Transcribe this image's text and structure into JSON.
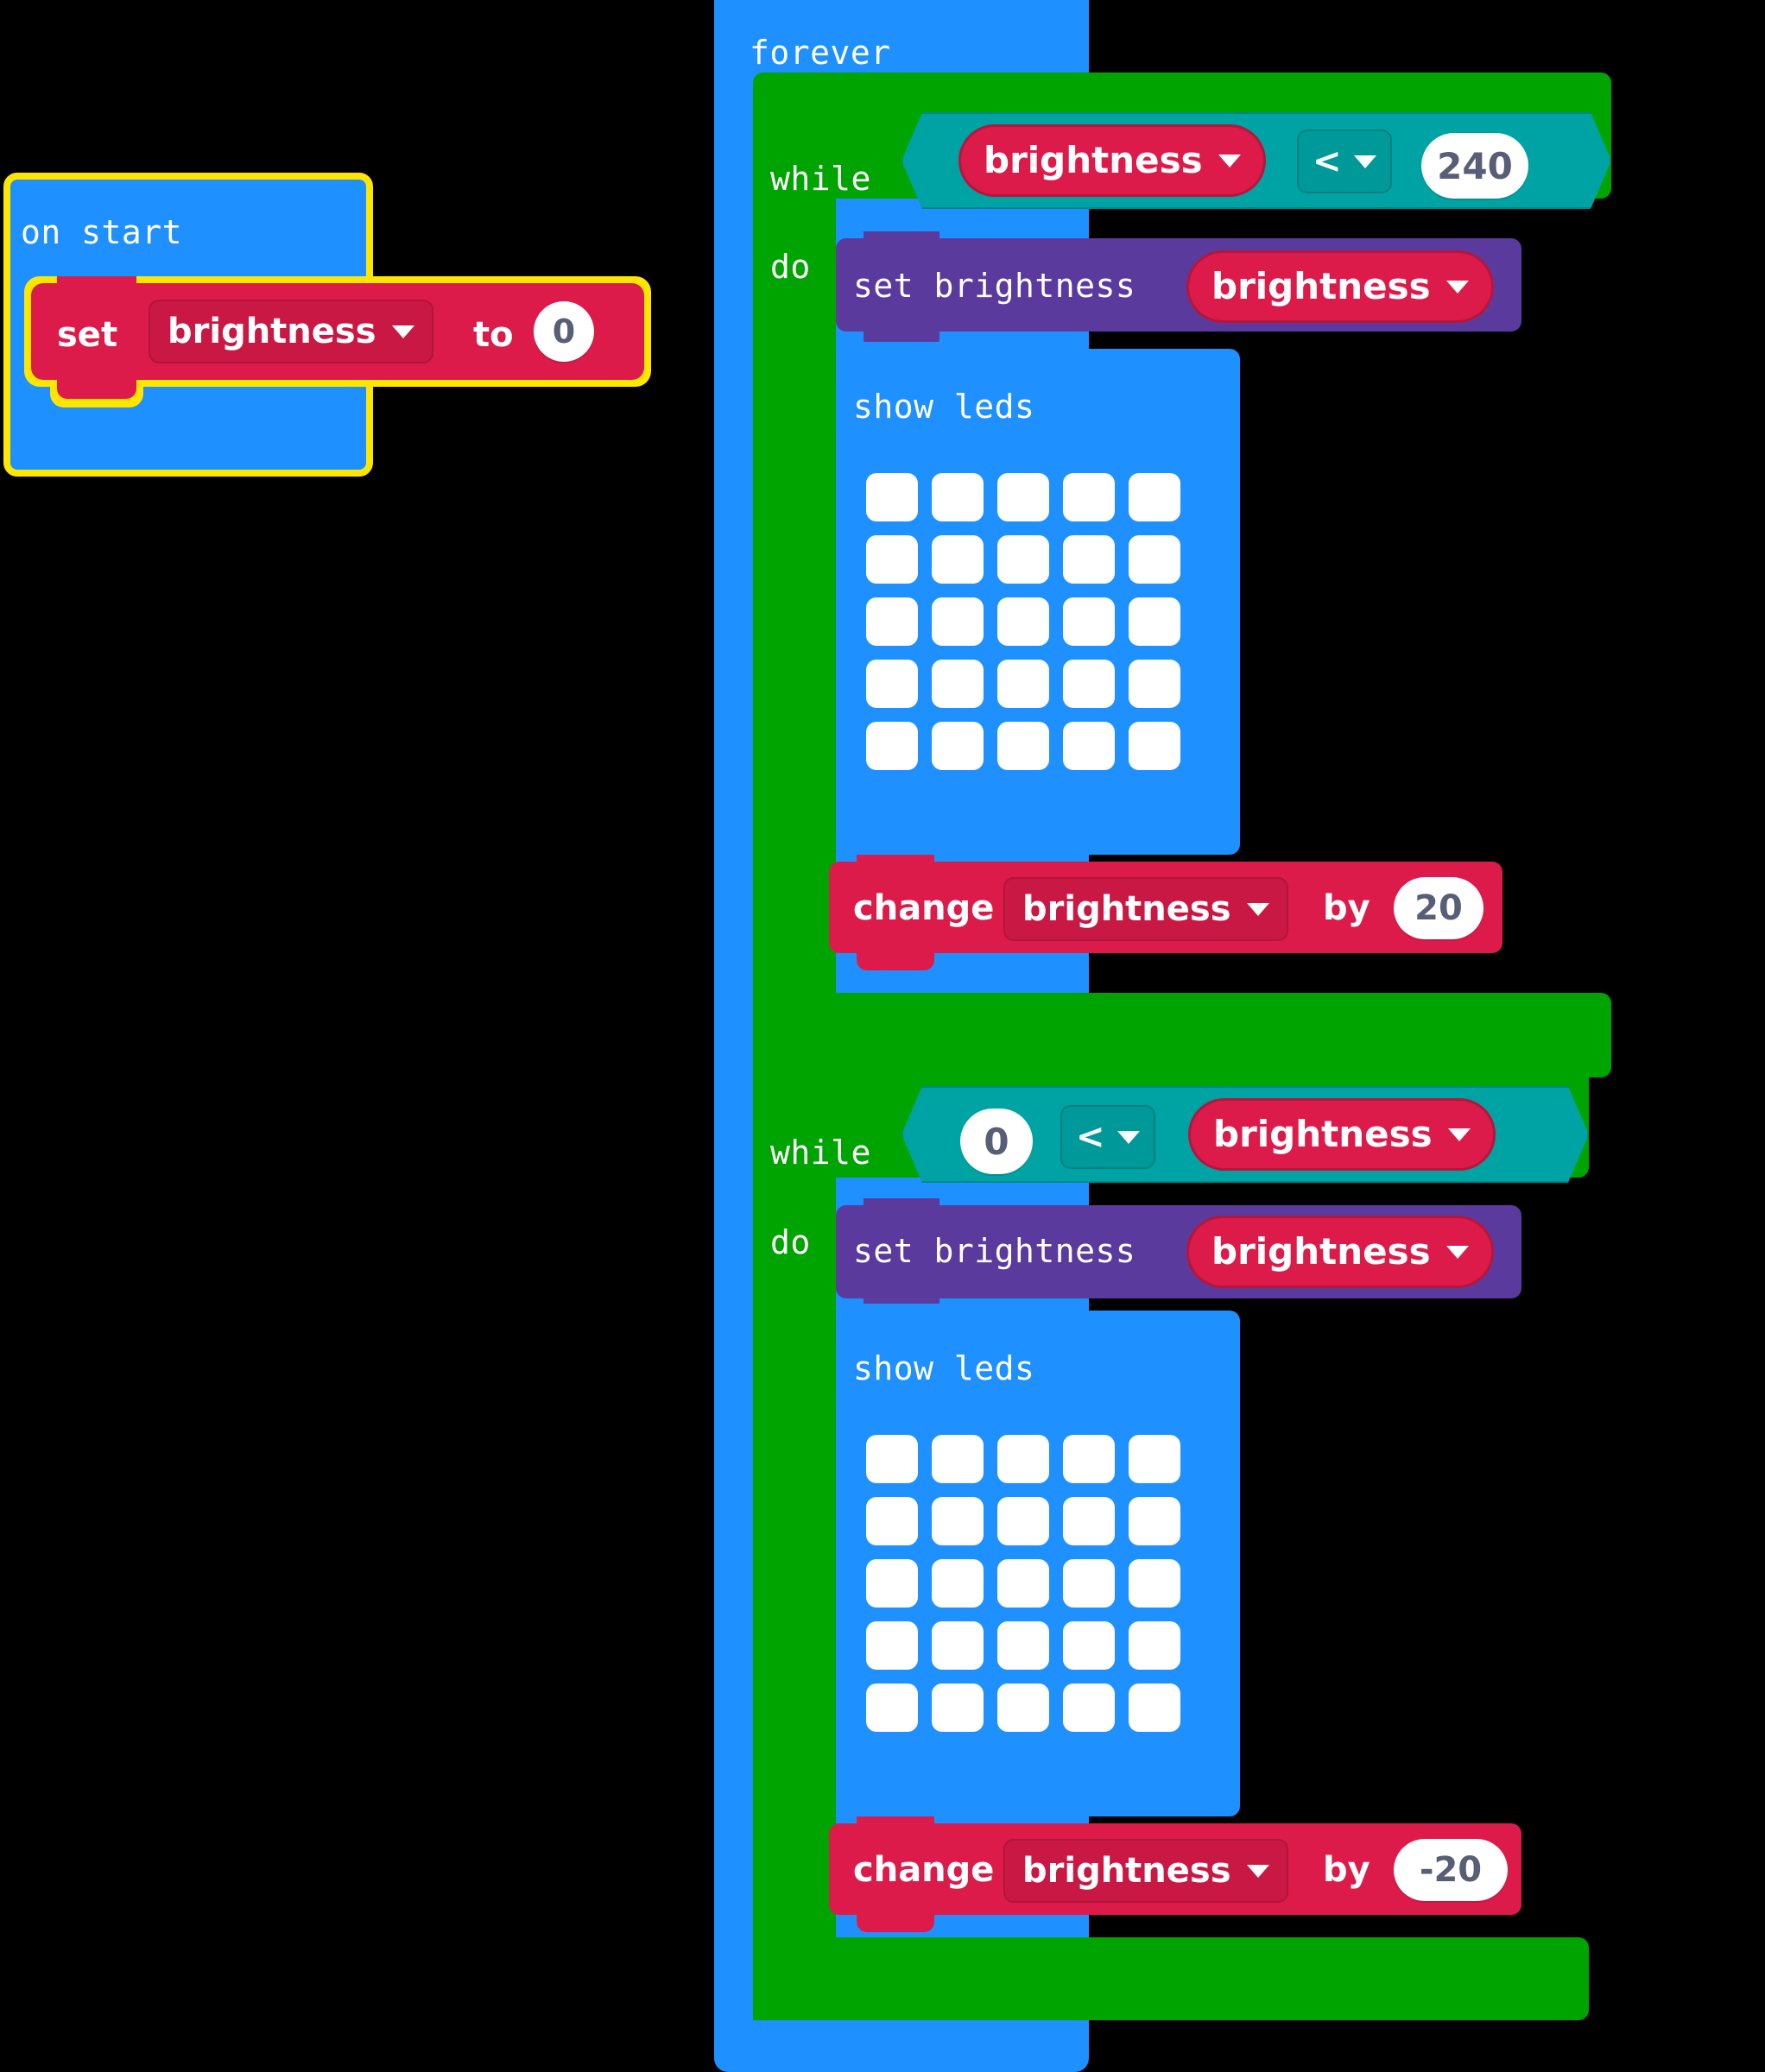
{
  "editor": {
    "background": "#000000",
    "palette": {
      "blue_event": "#1e90ff",
      "green_loop": "#00a400",
      "teal_logic": "#00a3a3",
      "red_variable": "#dd1b4a",
      "purple_led": "#5b3a9e",
      "selection_outline": "#ffe600",
      "number_text": "#575e75"
    }
  },
  "scripts": [
    {
      "id": "on-start-script",
      "selected": true,
      "hat": {
        "label": "on start",
        "color": "#1e90ff"
      },
      "body": [
        {
          "kind": "set-variable",
          "prefix": "set",
          "variable": "brightness",
          "connector": "to",
          "value": "0",
          "color": "#dd1b4a"
        }
      ]
    },
    {
      "id": "forever-script",
      "hat": {
        "label": "forever",
        "color": "#1e90ff"
      },
      "body": [
        {
          "kind": "while-loop",
          "label": "while",
          "do_label": "do",
          "color": "#00a400",
          "condition": {
            "kind": "comparison",
            "color": "#00a3a3",
            "left": {
              "kind": "variable",
              "name": "brightness"
            },
            "operator": "<",
            "right": {
              "kind": "number",
              "value": "240"
            }
          },
          "body": [
            {
              "kind": "set-led-brightness",
              "label": "set brightness",
              "color": "#5b3a9e",
              "argument": {
                "kind": "variable",
                "name": "brightness"
              }
            },
            {
              "kind": "show-leds",
              "label": "show leds",
              "color": "#1e90ff",
              "rows": [
                [
                  1,
                  1,
                  1,
                  1,
                  1
                ],
                [
                  1,
                  1,
                  1,
                  1,
                  1
                ],
                [
                  1,
                  1,
                  1,
                  1,
                  1
                ],
                [
                  1,
                  1,
                  1,
                  1,
                  1
                ],
                [
                  1,
                  1,
                  1,
                  1,
                  1
                ]
              ]
            },
            {
              "kind": "change-variable",
              "prefix": "change",
              "variable": "brightness",
              "connector": "by",
              "value": "20",
              "color": "#dd1b4a"
            }
          ]
        },
        {
          "kind": "while-loop",
          "label": "while",
          "do_label": "do",
          "color": "#00a400",
          "condition": {
            "kind": "comparison",
            "color": "#00a3a3",
            "left": {
              "kind": "number",
              "value": "0"
            },
            "operator": "<",
            "right": {
              "kind": "variable",
              "name": "brightness"
            }
          },
          "body": [
            {
              "kind": "set-led-brightness",
              "label": "set brightness",
              "color": "#5b3a9e",
              "argument": {
                "kind": "variable",
                "name": "brightness"
              }
            },
            {
              "kind": "show-leds",
              "label": "show leds",
              "color": "#1e90ff",
              "rows": [
                [
                  1,
                  1,
                  1,
                  1,
                  1
                ],
                [
                  1,
                  1,
                  1,
                  1,
                  1
                ],
                [
                  1,
                  1,
                  1,
                  1,
                  1
                ],
                [
                  1,
                  1,
                  1,
                  1,
                  1
                ],
                [
                  1,
                  1,
                  1,
                  1,
                  1
                ]
              ]
            },
            {
              "kind": "change-variable",
              "prefix": "change",
              "variable": "brightness",
              "connector": "by",
              "value": "-20",
              "color": "#dd1b4a"
            }
          ]
        }
      ]
    }
  ],
  "icons": {
    "dropdown": "▼"
  }
}
